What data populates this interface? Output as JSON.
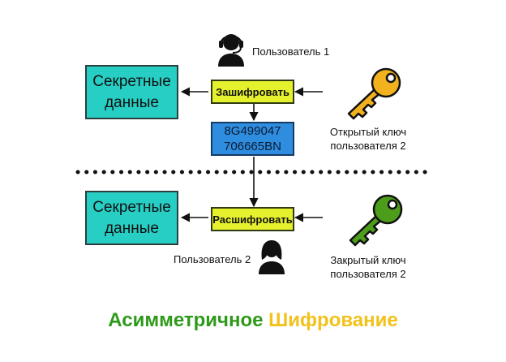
{
  "secret_top": {
    "line1": "Секретные",
    "line2": "данные"
  },
  "secret_bottom": {
    "line1": "Секретные",
    "line2": "данные"
  },
  "encrypt": {
    "label": "Зашифровать"
  },
  "decrypt": {
    "label": "Расшифровать"
  },
  "ciphertext": {
    "line1": "8G499047",
    "line2": "706665BN"
  },
  "user1": {
    "label": "Пользователь 1"
  },
  "user2": {
    "label": "Пользователь 2"
  },
  "public_key": {
    "line1": "Открытый ключ",
    "line2": "пользователя 2",
    "icon": "key-icon",
    "color": "#f2b21e"
  },
  "private_key": {
    "line1": "Закрытый ключ",
    "line2": "пользователя 2",
    "icon": "key-icon",
    "color": "#4c9d1c"
  },
  "title": {
    "part1": "Асимметричное",
    "part2": "Шифрование",
    "color1": "#2e9a1a",
    "color2": "#f2c21b"
  }
}
